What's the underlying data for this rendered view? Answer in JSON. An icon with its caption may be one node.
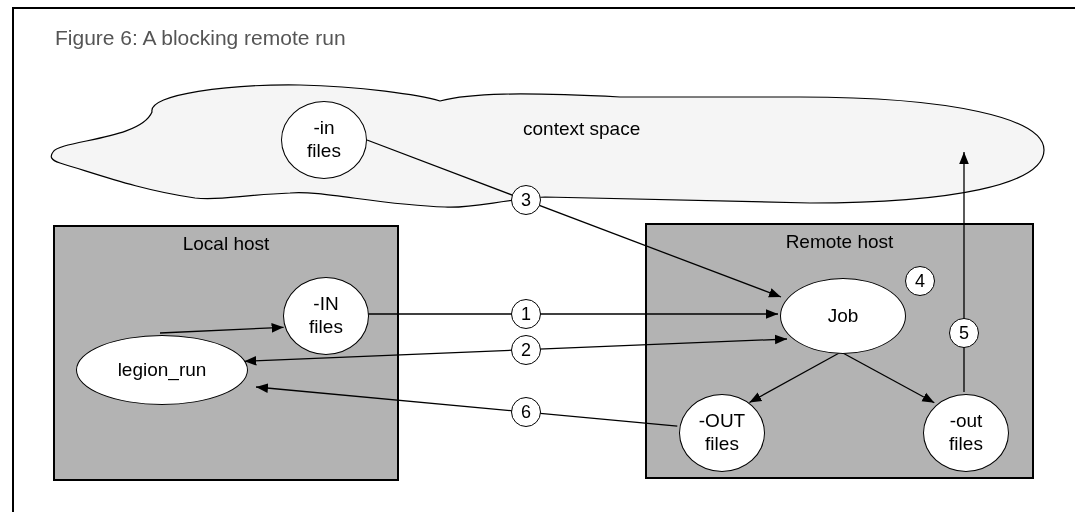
{
  "diagram": {
    "title": "Figure 6: A blocking remote run",
    "nodes": [
      {
        "text": [
          "context space"
        ]
      },
      {
        "text": [
          "-in files"
        ],
        "in": 0
      },
      {
        "text": [
          "Local host"
        ]
      },
      {
        "text": [
          "legion_run"
        ],
        "in": 2
      },
      {
        "text": [
          "-IN files"
        ],
        "in": 2
      },
      {
        "text": [
          "Remote host"
        ]
      },
      {
        "text": [
          "Job"
        ],
        "in": 5
      },
      {
        "text": [
          "-OUT files"
        ],
        "in": 5
      },
      {
        "text": [
          "-out files"
        ],
        "in": 5
      }
    ],
    "edges": [
      {
        "from": 1,
        "to": 6,
        "arrow": "to",
        "label": "3"
      },
      {
        "from": 3,
        "to": 4,
        "arrow": "to"
      },
      {
        "from": 4,
        "to": 6,
        "arrow": "to",
        "label": "1"
      },
      {
        "from": 3,
        "to": 6,
        "arrow": "both",
        "label": "2"
      },
      {
        "from": 7,
        "to": 3,
        "arrow": "to",
        "label": "6"
      },
      {
        "from": 6,
        "to": 7,
        "arrow": "to"
      },
      {
        "from": 6,
        "to": 8,
        "arrow": "to"
      },
      {
        "from": 8,
        "to": 0,
        "arrow": "to",
        "label": "5"
      }
    ],
    "labels": [
      "4"
    ]
  }
}
